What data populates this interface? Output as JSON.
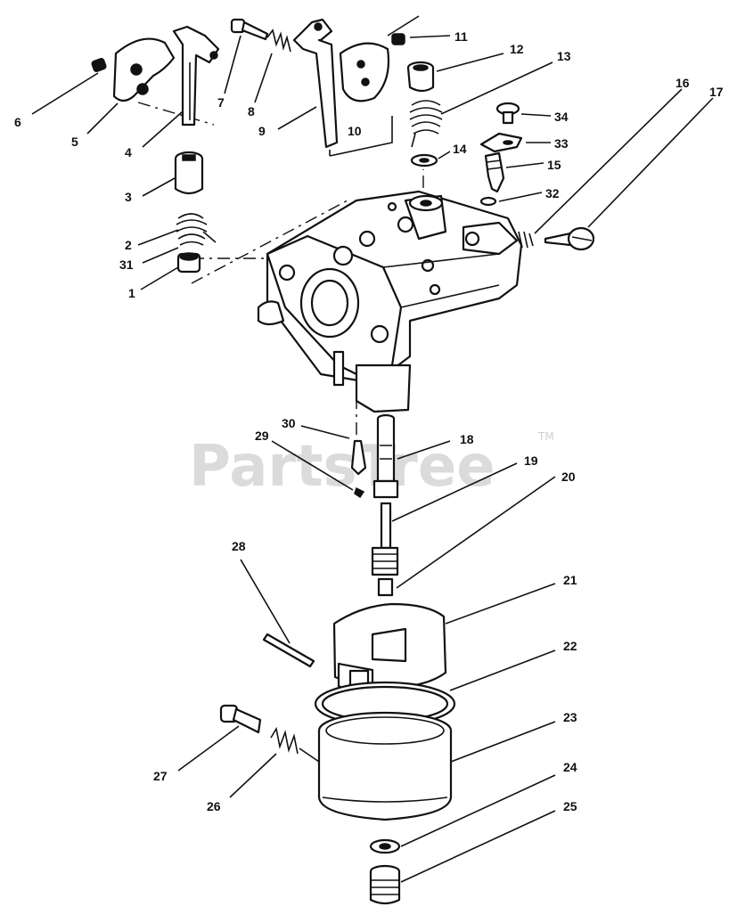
{
  "watermark": {
    "text": "PartsTree",
    "trademark": "TM"
  },
  "callouts": {
    "c1": "1",
    "c2": "2",
    "c3": "3",
    "c4": "4",
    "c5": "5",
    "c6": "6",
    "c7": "7",
    "c8": "8",
    "c9": "9",
    "c10": "10",
    "c11": "11",
    "c12": "12",
    "c13": "13",
    "c14": "14",
    "c15": "15",
    "c16": "16",
    "c17": "17",
    "c18": "18",
    "c19": "19",
    "c20": "20",
    "c21": "21",
    "c22": "22",
    "c23": "23",
    "c24": "24",
    "c25": "25",
    "c26": "26",
    "c27": "27",
    "c28": "28",
    "c29": "29",
    "c30": "30",
    "c31": "31",
    "c32": "32",
    "c33": "33",
    "c34": "34"
  }
}
